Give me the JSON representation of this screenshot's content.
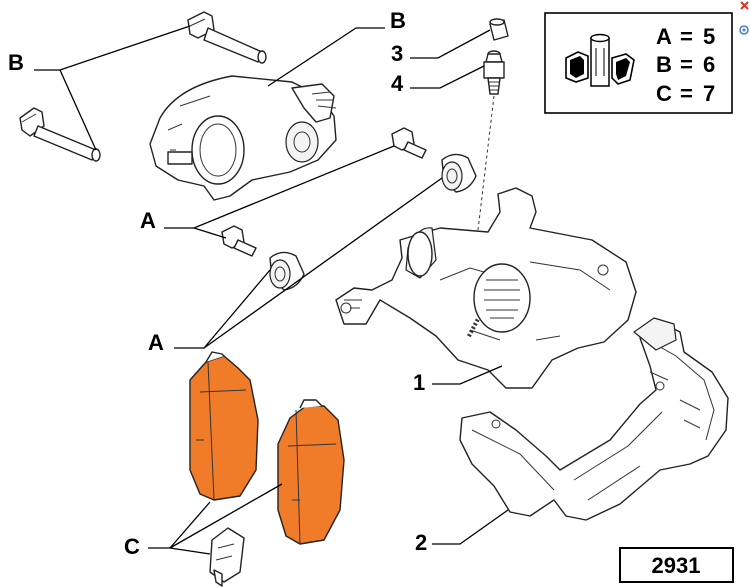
{
  "callouts": {
    "b_left": "B",
    "b_top": "B",
    "item_3": "3",
    "item_4": "4",
    "a_upper": "A",
    "a_lower": "A",
    "item_1": "1",
    "item_2": "2",
    "c": "C"
  },
  "legend": {
    "rows": [
      {
        "key": "A",
        "eq": "=",
        "value": "5"
      },
      {
        "key": "B",
        "eq": "=",
        "value": "6"
      },
      {
        "key": "C",
        "eq": "=",
        "value": "7"
      }
    ]
  },
  "diagram_number": "2931",
  "corner_icons": [
    "close-icon",
    "settings-icon"
  ],
  "colors": {
    "pad": "#f07c2a",
    "line": "#000000",
    "close_icon": "#d9332b",
    "settings_icon": "#4a7fc1"
  }
}
